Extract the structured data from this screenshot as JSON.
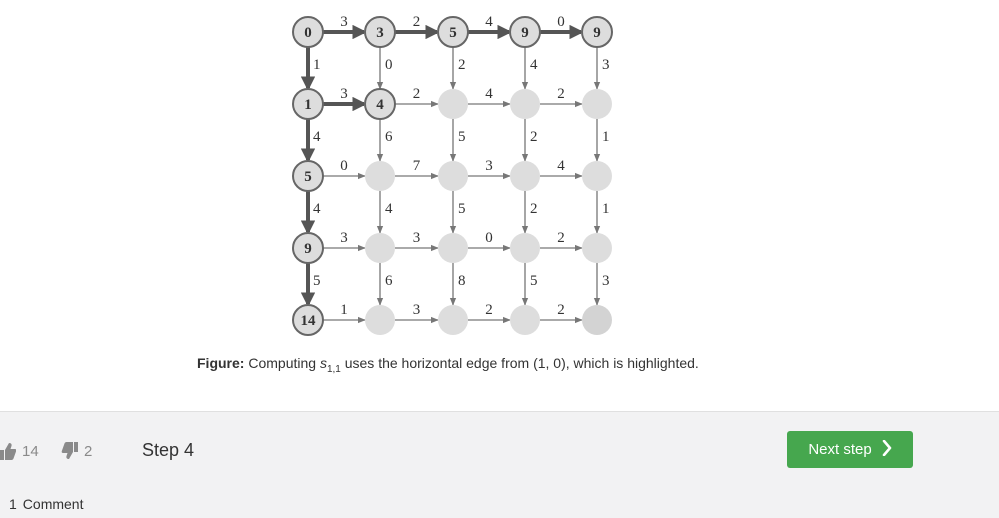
{
  "figure": {
    "node_values": [
      [
        "0",
        "3",
        "5",
        "9",
        "9"
      ],
      [
        "1",
        "4",
        "",
        "",
        ""
      ],
      [
        "5",
        "",
        "",
        "",
        ""
      ],
      [
        "9",
        "",
        "",
        "",
        ""
      ],
      [
        "14",
        "",
        "",
        "",
        ""
      ]
    ],
    "horizontal_weights": [
      [
        "3",
        "2",
        "4",
        "0"
      ],
      [
        "3",
        "2",
        "4",
        "2"
      ],
      [
        "0",
        "7",
        "3",
        "4"
      ],
      [
        "3",
        "3",
        "0",
        "2"
      ],
      [
        "1",
        "3",
        "2",
        "2"
      ]
    ],
    "vertical_weights": [
      [
        "1",
        "0",
        "2",
        "4",
        "3"
      ],
      [
        "4",
        "6",
        "5",
        "2",
        "1"
      ],
      [
        "4",
        "4",
        "5",
        "2",
        "1"
      ],
      [
        "5",
        "6",
        "8",
        "5",
        "3"
      ]
    ],
    "caption": {
      "prefix": "Figure:",
      "text_before": " Computing ",
      "symbol": "s",
      "subscript": "1,1",
      "text_after": " uses the horizontal edge from (1, 0), which is highlighted."
    }
  },
  "footer": {
    "likes": "14",
    "dislikes": "2",
    "step_label": "Step 4",
    "next_button": "Next step",
    "comment_count": "1",
    "comment_label": "Comment"
  },
  "colors": {
    "accent": "#46a74e",
    "node_fill": "#dddddd",
    "edge_gray": "#777777",
    "edge_bold": "#555555",
    "footer_bg": "#f2f2f3"
  },
  "icons": [
    "thumbs-up-icon",
    "thumbs-down-icon",
    "chevron-right-icon"
  ]
}
